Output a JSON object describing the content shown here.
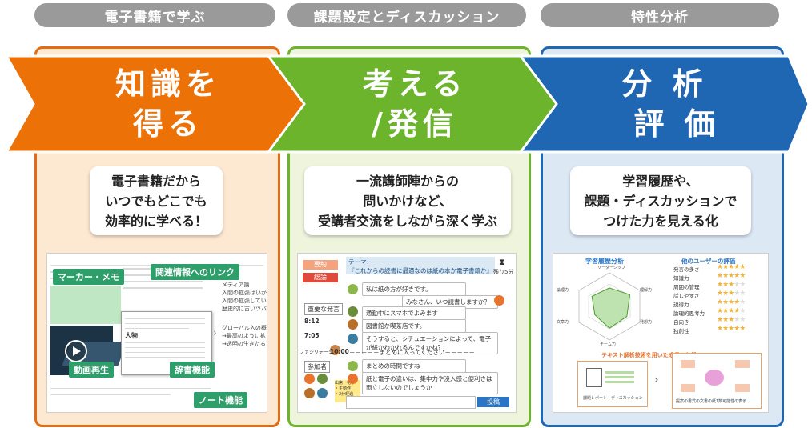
{
  "headers": [
    "電子書籍で学ぶ",
    "課題設定とディスカッション",
    "特性分析"
  ],
  "arrows": [
    {
      "line1": "知識を",
      "line2": "得る"
    },
    {
      "line1": "考える",
      "line2": "/発信"
    },
    {
      "line1": "分 析",
      "line2": "評 価"
    }
  ],
  "callouts": [
    [
      "電子書籍だから",
      "いつでもどこでも",
      "効率的に学べる！"
    ],
    [
      "一流講師陣からの",
      "問いかけなど、",
      "受講者交流をしながら深く学ぶ"
    ],
    [
      "学習履歴や、",
      "課題・ディスカッションで",
      "つけた力を見える化"
    ]
  ],
  "ebook": {
    "tags": {
      "marker": "マーカー・メモ",
      "link": "関連情報へのリンク",
      "video": "動画再生",
      "dictionary": "辞書機能",
      "note": "ノート機能"
    },
    "popup_word": "人物",
    "side_items": [
      "メディア論",
      "入間の拡張はいか",
      "入間の拡張している",
      "歴史的に古いツバ",
      "グローバル入の概",
      "→最高のように拡",
      "→透明の生きたる"
    ]
  },
  "discussion": {
    "theme_label": "テーマ：",
    "theme": "『これからの読書に最適なのは紙の本か電子書籍か』",
    "timer": "残り5分",
    "roles": [
      "要約",
      "総論"
    ],
    "important_label": "重要な発言",
    "times": [
      "8:12",
      "7:05",
      "10:00"
    ],
    "facilitator": "ファシリテーター",
    "participants_label": "参加者",
    "user_note": "出席　花子\n・主動作\n・2分経過",
    "messages": [
      "私は紙の方が好きです。",
      "みなさん、いつ読書しますか？",
      "通勤中にスマホでよみます",
      "図書館か喫茶店です。",
      "そうすると、シチュエーションによって、電子が紙かわかれるんですかね？",
      "－－－－－まとめに入ってください－－－－－",
      "まとめの時間ですね",
      "紙と電子の違いは、集中力や没入感と便利さは両立しないのでしょうか"
    ],
    "send": "投稿"
  },
  "analysis": {
    "radar_title": "学習履歴分析",
    "radar_axes": [
      "リーダーシップ",
      "理解力",
      "発想力",
      "チーム力",
      "文章力",
      "論理力"
    ],
    "radar_values": [
      0.55,
      0.7,
      0.6,
      0.65,
      0.5,
      0.6
    ],
    "eval_title": "他のユーザーの評価",
    "eval_rows": [
      {
        "label": "発言の多さ",
        "stars": 5
      },
      {
        "label": "知識力",
        "stars": 5
      },
      {
        "label": "周囲の管理",
        "stars": 3
      },
      {
        "label": "話しやすさ",
        "stars": 3
      },
      {
        "label": "説得力",
        "stars": 4
      },
      {
        "label": "論理的思考力",
        "stars": 4
      },
      {
        "label": "自向き",
        "stars": 3
      },
      {
        "label": "独創性",
        "stars": 5
      }
    ],
    "text_title": "テキスト解析技術を用いた成長の分析",
    "box1_caption": "課題レポート・ディスカッション",
    "box2_caption": "提案の書式の文書の紙1数可能性の表示"
  }
}
